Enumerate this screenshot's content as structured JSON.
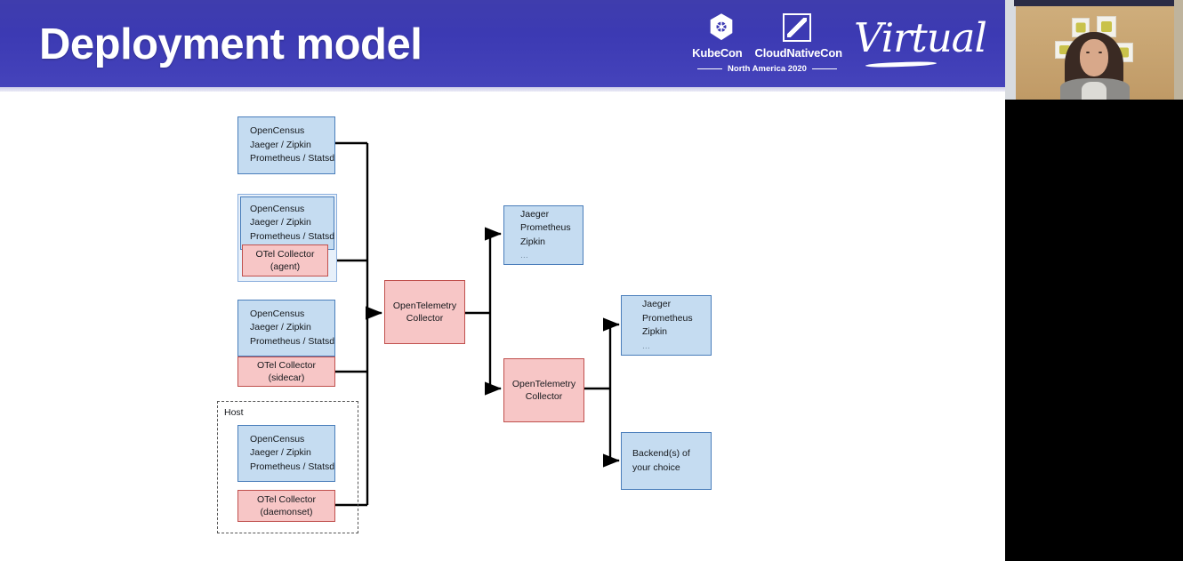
{
  "slide": {
    "title": "Deployment model",
    "background_color": "#ffffff",
    "banner_color": "#3c3ab3"
  },
  "logos": {
    "kubecon_label": "KubeCon",
    "cloudnativecon_label": "CloudNativeCon",
    "event_subtitle": "North America 2020",
    "virtual_label": "Virtual",
    "kubernetes_icon": "kubernetes-wheel-icon",
    "cloudnative_icon": "cloudnativecon-mark-icon"
  },
  "diagram": {
    "host_label": "Host",
    "colors": {
      "blue_fill": "#c5dcf1",
      "blue_border": "#4a7ebb",
      "pink_fill": "#f7c6c6",
      "pink_border": "#c0504d",
      "wire": "#000000"
    },
    "nodes": {
      "source_plain": {
        "lines": [
          "OpenCensus",
          "Jaeger / Zipkin",
          "Prometheus / Statsd"
        ]
      },
      "source_agent": {
        "lines": [
          "OpenCensus",
          "Jaeger / Zipkin",
          "Prometheus / Statsd"
        ],
        "collector_line_1": "OTel Collector",
        "collector_line_2": "(agent)"
      },
      "source_sidecar": {
        "lines": [
          "OpenCensus",
          "Jaeger / Zipkin",
          "Prometheus / Statsd"
        ],
        "collector_line_1": "OTel Collector",
        "collector_line_2": "(sidecar)"
      },
      "source_daemonset": {
        "lines": [
          "OpenCensus",
          "Jaeger / Zipkin",
          "Prometheus / Statsd"
        ],
        "collector_line_1": "OTel Collector",
        "collector_line_2": "(daemonset)"
      },
      "collector_primary": {
        "line_1": "OpenTelemetry",
        "line_2": "Collector"
      },
      "collector_secondary": {
        "line_1": "OpenTelemetry",
        "line_2": "Collector"
      },
      "backends_top": {
        "lines": [
          "Jaeger",
          "Prometheus",
          "Zipkin",
          "..."
        ]
      },
      "backends_mid": {
        "lines": [
          "Jaeger",
          "Prometheus",
          "Zipkin",
          "..."
        ]
      },
      "backends_choice": {
        "lines": [
          "Backend(s) of",
          "your choice"
        ]
      }
    }
  },
  "webcam": {
    "presenter_alt": "presenter-video-feed"
  }
}
